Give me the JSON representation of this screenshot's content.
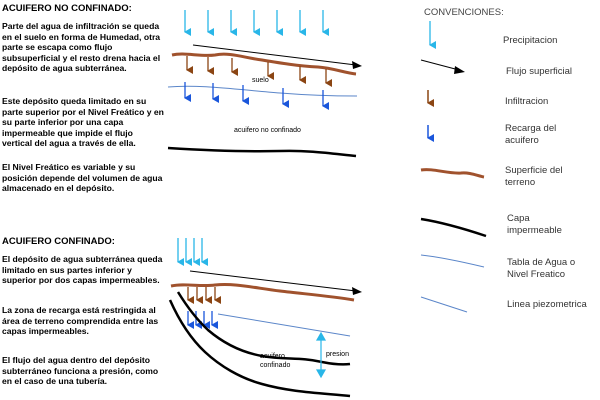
{
  "unconfined": {
    "title": "ACUIFERO NO CONFINADO:",
    "paragraphs": [
      "Parte del agua de infiltración se queda en el suelo en forma de Humedad, otra parte se escapa como flujo subsuperficial y el resto drena hacia el depósito de agua subterránea.",
      "Este depósito queda limitado en su parte superior por el Nivel Freático y en su parte inferior por una capa impermeable que impide el flujo vertical del agua a través de ella.",
      "El Nivel Freático es variable y su posición depende del volumen de agua almacenado en el depósito."
    ],
    "label_suelo": "suelo",
    "label_aquifer": "acuifero no confinado"
  },
  "confined": {
    "title": "ACUIFERO CONFINADO:",
    "paragraphs": [
      "El depósito de agua subterránea queda limitado en sus partes inferior y superior por dos capas impermeables.",
      "La zona de recarga está restringida al área de terreno comprendida entre las capas impermeables.",
      "El flujo del agua dentro del depósito subterráneo funciona a presión, como en el caso de una tubería."
    ],
    "label_presion": "presion",
    "label_aquifer_1": "acuifero",
    "label_aquifer_2": "confinado"
  },
  "legend": {
    "title": "CONVENCIONES:",
    "items": [
      {
        "label": "Precipitacion",
        "icon": "precipitation-arrow-icon",
        "color": "#29b6e8"
      },
      {
        "label": "Flujo superficial",
        "icon": "surface-flow-arrow-icon",
        "color": "#000000"
      },
      {
        "label": "Infiltracion",
        "icon": "infiltration-arrow-icon",
        "color": "#8b4513"
      },
      {
        "label": "Recarga del acuifero",
        "icon": "recharge-arrow-icon",
        "color": "#1a56db"
      },
      {
        "label": "Superficie del terreno",
        "icon": "terrain-surface-line-icon",
        "color": "#a0522d"
      },
      {
        "label": "Capa impermeable",
        "icon": "impermeable-layer-line-icon",
        "color": "#000000"
      },
      {
        "label": "Tabla de Agua o Nivel Freatico",
        "icon": "water-table-line-icon",
        "color": "#5b86c9"
      },
      {
        "label": "Linea piezometrica",
        "icon": "piezometric-line-icon",
        "color": "#5b86c9"
      }
    ]
  }
}
